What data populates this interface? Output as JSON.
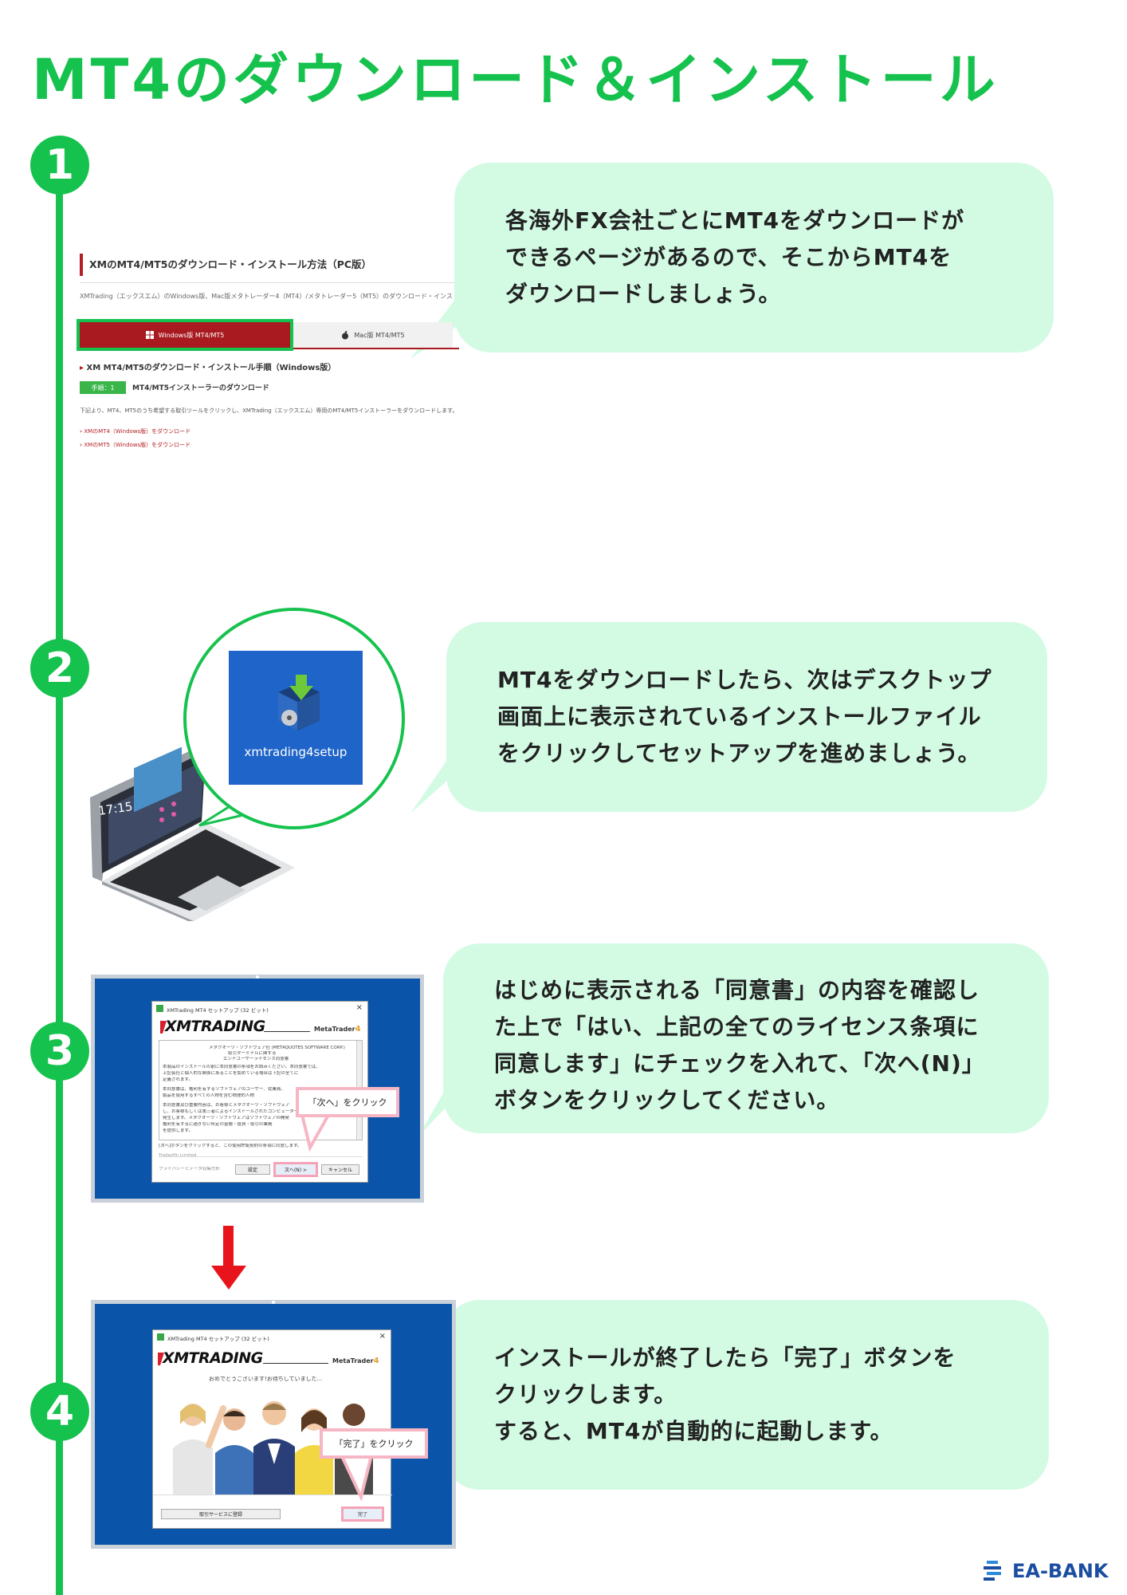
{
  "title": "MT4のダウンロード＆インストール",
  "steps": [
    {
      "num": "1",
      "text": [
        "各海外FX会社ごとにMT4をダウンロードが",
        "できるページがあるので、そこからMT4を",
        "ダウンロードしましょう。"
      ]
    },
    {
      "num": "2",
      "text": [
        "MT4をダウンロードしたら、次はデスクトップ",
        "画面上に表示されているインストールファイル",
        "をクリックしてセットアップを進めましょう。"
      ]
    },
    {
      "num": "3",
      "text": [
        "はじめに表示される「同意書」の内容を確認し",
        "た上で「はい、上記の全てのライセンス条項に",
        "同意します」にチェックを入れて、「次へ(N)」",
        "ボタンをクリックしてください。"
      ]
    },
    {
      "num": "4",
      "text": [
        "インストールが終了したら「完了」ボタンを",
        "クリックします。",
        "すると、MT4が自動的に起動します。"
      ]
    }
  ],
  "web": {
    "heading": "XMのMT4/MT5のダウンロード・インストール方法（PC版）",
    "sub": "XMTrading（エックスエム）のWindows版、Mac版メタトレーダー4（MT4）/メタトレーダー5（MT5）のダウンロード・インストール手順は",
    "tab_windows": "Windows版 MT4/MT5",
    "tab_mac": "Mac版 MT4/MT5",
    "section": "XM MT4/MT5のダウンロード・インストール手順（Windows版）",
    "step_badge": "手順：1",
    "step_title": "MT4/MT5インストーラーのダウンロード",
    "body": "下記より、MT4、MT5のうち希望する取引ツールをクリックし、XMTrading（エックスエム）専用のMT4/MT5インストーラーをダウンロードします。",
    "links": [
      "XMのMT4（Windows版）をダウンロード",
      "XMのMT5（Windows版）をダウンロード"
    ]
  },
  "desktop": {
    "file_label": "xmtrading4setup",
    "clock": "17:15"
  },
  "setup1": {
    "window_title": "XMTrading MT4 セットアップ (32 ビット)",
    "brand": "XMTRADING",
    "product": "MetaTrader",
    "product_num": "4",
    "license_lines": [
      "メタクオーツ・ソフトウェア社 (METAQUOTES SOFTWARE CORP.)",
      "取引ターミナルに関する",
      "エンドユーザーライセンス同意書",
      "本製品のインストールの前に本同意書の条項をお読みください。本同意書では、",
      "上記会社と個人的な関係にあることを認めている場合は下記の全てに",
      "定義されます。",
      "本同意書は、権利を有するソフトウェアのユーザー、従業員、",
      "製品を使用するすべての人物を含む物理的人物",
      "本同意書及び重要内容は、お客様とメタクオーツ・ソフトウェア",
      "し、お客様もしくは第三者によるインストールされたコンピューター",
      "発生します。メタクオーツ・ソフトウェアはソフトウェアの開発",
      "権利を有するに過ぎない所定の金融・投資・取引の業務",
      "を提供します。"
    ],
    "agree_note": "[次へ]ボタンをクリックすると、この使用許諾契約の条項に同意します。",
    "company": "Tradexfin Limited",
    "privacy": "プライバシーとデータ収集方針",
    "btn_settings": "設定",
    "btn_next": "次へ(N) >",
    "btn_cancel": "キャンセル",
    "callout": "「次へ」をクリック"
  },
  "setup2": {
    "window_title": "XMTrading MT4 セットアップ (32 ビット)",
    "brand": "XMTRADING",
    "product": "MetaTrader",
    "product_num": "4",
    "congrats": "おめでとうございます!お待ちしていました...",
    "btn_register": "取引サービスに登録",
    "btn_finish": "完了",
    "callout": "「完了」をクリック"
  },
  "logo": {
    "text": "EA-BANK"
  },
  "colors": {
    "green": "#16c24e",
    "bubble": "#d3fbe4",
    "xm_red": "#a81a1f",
    "screen_blue": "#0a55a9",
    "arrow_red": "#e8141b",
    "logo_blue": "#1b4ea0"
  }
}
